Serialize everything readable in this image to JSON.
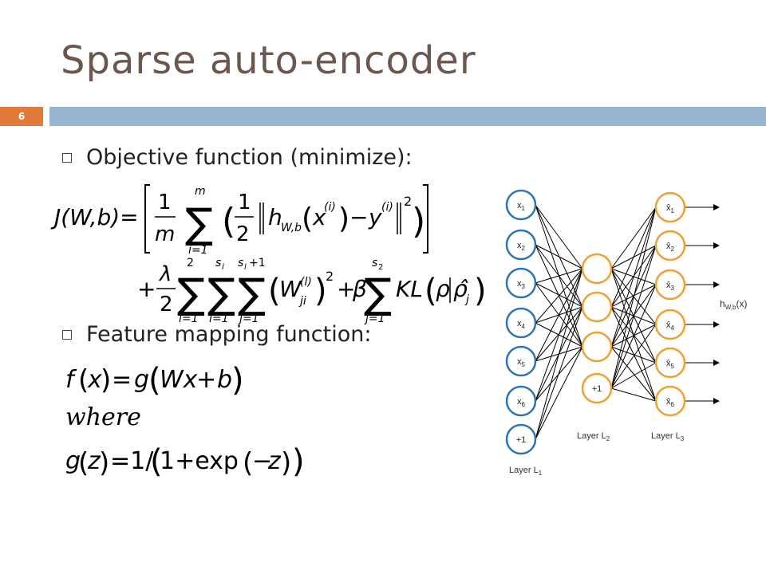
{
  "slide": {
    "title": "Sparse auto-encoder",
    "number": "6",
    "bullet1": "Objective function (minimize):",
    "bullet2": "Feature mapping function:",
    "where": "where",
    "bar_colors": {
      "left": "#e07b39",
      "right": "#97b5d1"
    },
    "title_color": "#6b574e"
  },
  "diagram": {
    "inputs": [
      "x1",
      "x2",
      "x3",
      "x4",
      "x5",
      "x6",
      "+1"
    ],
    "hidden": [
      "",
      "",
      "",
      "+1"
    ],
    "outputs": [
      "x̂1",
      "x̂2",
      "x̂3",
      "x̂4",
      "x̂5",
      "x̂6"
    ],
    "output_label": "hW,b(x)",
    "layer1": "Layer L1",
    "layer2": "Layer L2",
    "layer3": "Layer L3",
    "node_color": "#2e75b6",
    "hidden_color": "#f0a030"
  }
}
